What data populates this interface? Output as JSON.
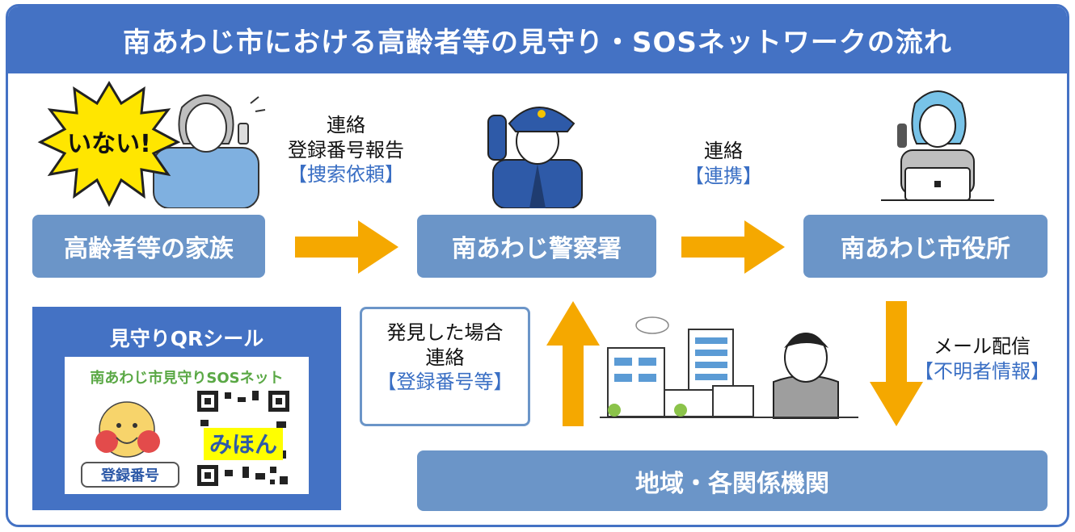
{
  "title": "南あわじ市における高齢者等の見守り・SOSネットワークの流れ",
  "colors": {
    "primary": "#4472c4",
    "node": "#6b95c8",
    "arrow": "#f5a800",
    "accent_text": "#3a6fc4"
  },
  "nodes": {
    "family": "高齢者等の家族",
    "police": "南あわじ警察署",
    "city_office": "南あわじ市役所",
    "community": "地域・各関係機関"
  },
  "burst_text": "いない!",
  "labels": {
    "family_to_police": {
      "line1": "連絡",
      "line2": "登録番号報告",
      "line3": "【捜索依頼】"
    },
    "police_to_city": {
      "line1": "連絡",
      "line2": "【連携】"
    },
    "city_to_community": {
      "line1": "メール配信",
      "line2": "【不明者情報】"
    },
    "community_to_police": {
      "line1": "発見した場合",
      "line2": "連絡",
      "line3": "【登録番号等】"
    }
  },
  "qr_panel": {
    "title": "見守りQRシール",
    "card_heading": "南あわじ市見守りSOSネット",
    "mascot_name": "みほん",
    "register_label": "登録番号"
  }
}
